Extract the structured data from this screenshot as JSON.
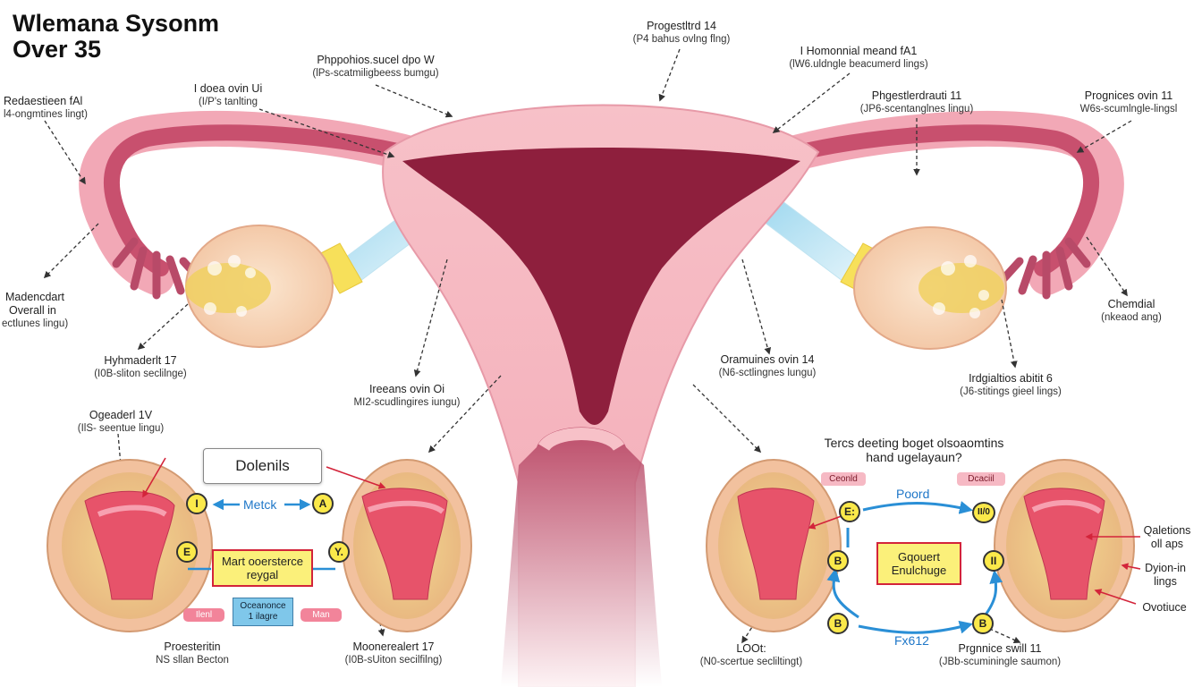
{
  "title": {
    "line1": "Wlemana Sysonm",
    "line2": "Over 35"
  },
  "labels": {
    "top_center": {
      "l1": "Progestltrd 14",
      "l2": "(P4 bahus ovlng flng)"
    },
    "top_left_mid": {
      "l1": "Phppohios.sucel dpo W",
      "l2": "(lPs-scatmiligbeess bumgu)"
    },
    "top_left": {
      "l1": "I doea ovin Ui",
      "l2": "(I/P's tanlting"
    },
    "top_far_left": {
      "l1": "Redaestieen fAl",
      "l2": "l4-ongmtines lingt)"
    },
    "top_right_mid": {
      "l1": "I Homonnial meand fA1",
      "l2": "(lW6.uldngle beacumerd lings)"
    },
    "right_mid": {
      "l1": "Phgestlerdrauti 11",
      "l2": "(JP6-scentanglnes lingu)"
    },
    "top_far_right": {
      "l1": "Prognices ovin 11",
      "l2": "W6s-scumlngle-lingsl"
    },
    "left_mid": {
      "l1": "Madencdart",
      "l2": "Overall in",
      "l3": "ectlunes lingu)"
    },
    "left_lower": {
      "l1": "Hyhmaderlt 17",
      "l2": "(I0B-sliton seclilnge)"
    },
    "center_left": {
      "l1": "Ireeans ovin Oi",
      "l2": "MI2-scudlingires iungu)"
    },
    "center_right": {
      "l1": "Oramuines ovin 14",
      "l2": "(N6-sctlingnes lungu)"
    },
    "right_lower": {
      "l1": "Chemdial",
      "l2": "(nkeaod ang)"
    },
    "right_lower2": {
      "l1": "Irdgialtios abitit 6",
      "l2": "(J6-stitings gieel lings)"
    },
    "left_ovary_top": {
      "l1": "Ogeaderl 1V",
      "l2": "(IlS- seentue lingu)"
    },
    "bottom_left": {
      "l1": "Proesteritin",
      "l2": "NS sllan Becton"
    },
    "bottom_left_mid": {
      "l1": "Moonerealert 17",
      "l2": "(I0B-sUiton secilfilng)"
    },
    "bottom_right_left": {
      "l1": "LOOt:",
      "l2": "(N0-scertue secliltingt)"
    },
    "bottom_right_mid": {
      "l1": "Prgnnice swill 11",
      "l2": "(JBb-scuminingle saumon)"
    },
    "far_right_1": {
      "l1": "Qaletions",
      "l2": "oll aps"
    },
    "far_right_2": {
      "l1": "Dyion-in",
      "l2": "lings"
    },
    "far_right_3": {
      "l1": "Ovotiuce"
    },
    "right_question": {
      "l1": "Tercs deeting boget olsoaomtins",
      "l2": "hand ugelayaun?"
    }
  },
  "left_cycle": {
    "callout": "Dolenils",
    "arrow_label": "Metck",
    "yellow_box": {
      "l1": "Mart ooersterce",
      "l2": "reygal"
    },
    "blue_box": {
      "l1": "Oceanonce",
      "l2": "1 ilagre"
    },
    "pill_left": "Ilenl",
    "pill_right": "Man",
    "circles": [
      "I",
      "A",
      "E",
      "Y."
    ]
  },
  "right_cycle": {
    "pill_left": "Ceonld",
    "pill_right": "Dcaciil",
    "top_label": "Poord",
    "bottom_label": "Fx612",
    "yellow_box": {
      "l1": "Gqouert",
      "l2": "Enulchuge"
    },
    "circles": [
      "E:",
      "II/0",
      "B",
      "II",
      "B",
      "B"
    ]
  },
  "colors": {
    "uterus_pink": "#f4b3bd",
    "cavity": "#8e1f3d",
    "tube": "#c8506e",
    "ovary": "#f6d3b4",
    "follicle": "#f0d060",
    "arrow_blue": "#2a8fd6",
    "highlight_red": "#d3243a",
    "box_yellow": "#fbf07a"
  }
}
